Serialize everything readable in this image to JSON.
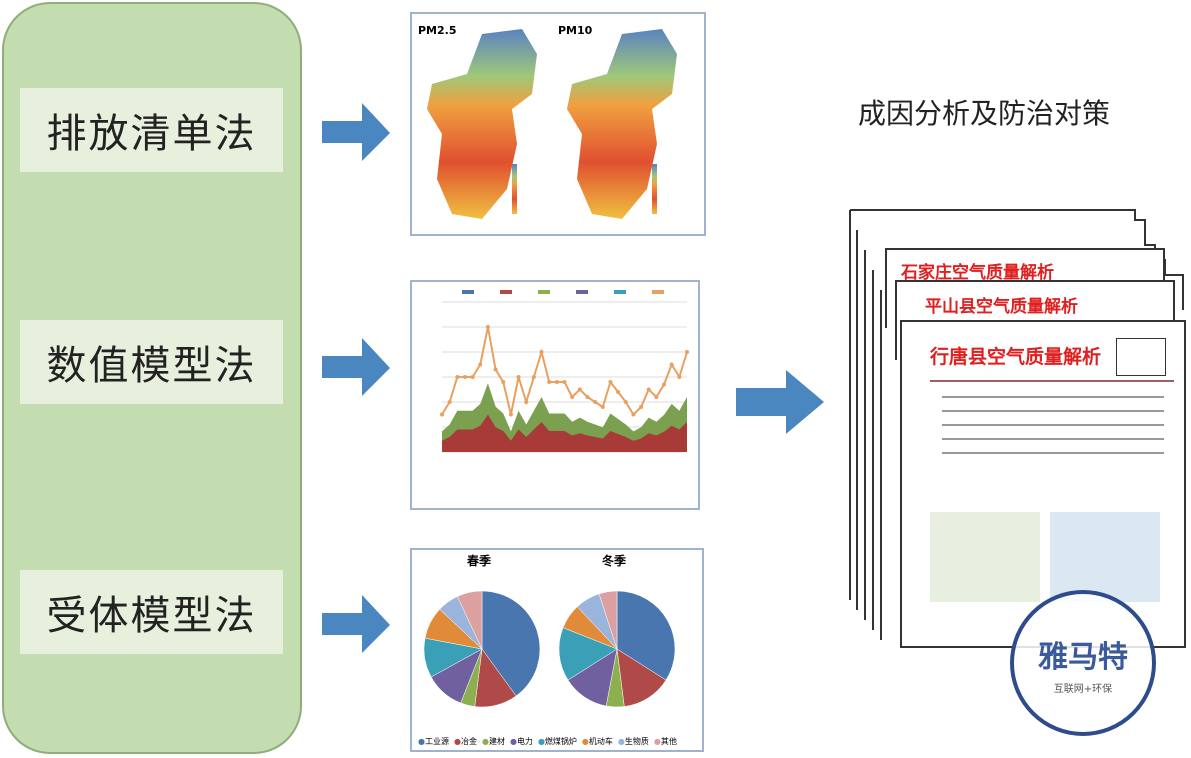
{
  "methods": [
    "排放清单法",
    "数值模型法",
    "受体模型法"
  ],
  "result_title": "成因分析及防治对策",
  "map_labels": [
    "PM2.5",
    "PM10"
  ],
  "pie": {
    "titles": [
      "春季",
      "冬季"
    ],
    "legend": [
      "工业源",
      "冶金",
      "建材",
      "电力",
      "燃煤锅炉",
      "机动车",
      "生物质",
      "其他"
    ],
    "colors": [
      "#4a76b0",
      "#b04a48",
      "#8cb050",
      "#7060a0",
      "#3aa0b8",
      "#e08a3a",
      "#9ab4dc",
      "#dca0a0"
    ],
    "values": [
      [
        40,
        12,
        4,
        11,
        11,
        9,
        6,
        7
      ],
      [
        34,
        14,
        5,
        13,
        15,
        7,
        7,
        5
      ]
    ]
  },
  "line_chart": {
    "series_colors": [
      "#4a76b0",
      "#b04a48",
      "#8cb050",
      "#7060a0",
      "#3aa0b8",
      "#e8a060"
    ],
    "line": [
      15,
      20,
      30,
      30,
      30,
      35,
      50,
      33,
      28,
      15,
      30,
      20,
      30,
      40,
      28,
      28,
      28,
      22,
      25,
      22,
      20,
      18,
      28,
      24,
      20,
      15,
      18,
      25,
      22,
      27,
      35,
      30,
      40
    ]
  },
  "documents": [
    "石家庄空气质量解析",
    "平山县空气质量解析",
    "行唐县空气质量解析"
  ],
  "logo": {
    "name": "雅马特",
    "tagline": "互联网+环保"
  }
}
